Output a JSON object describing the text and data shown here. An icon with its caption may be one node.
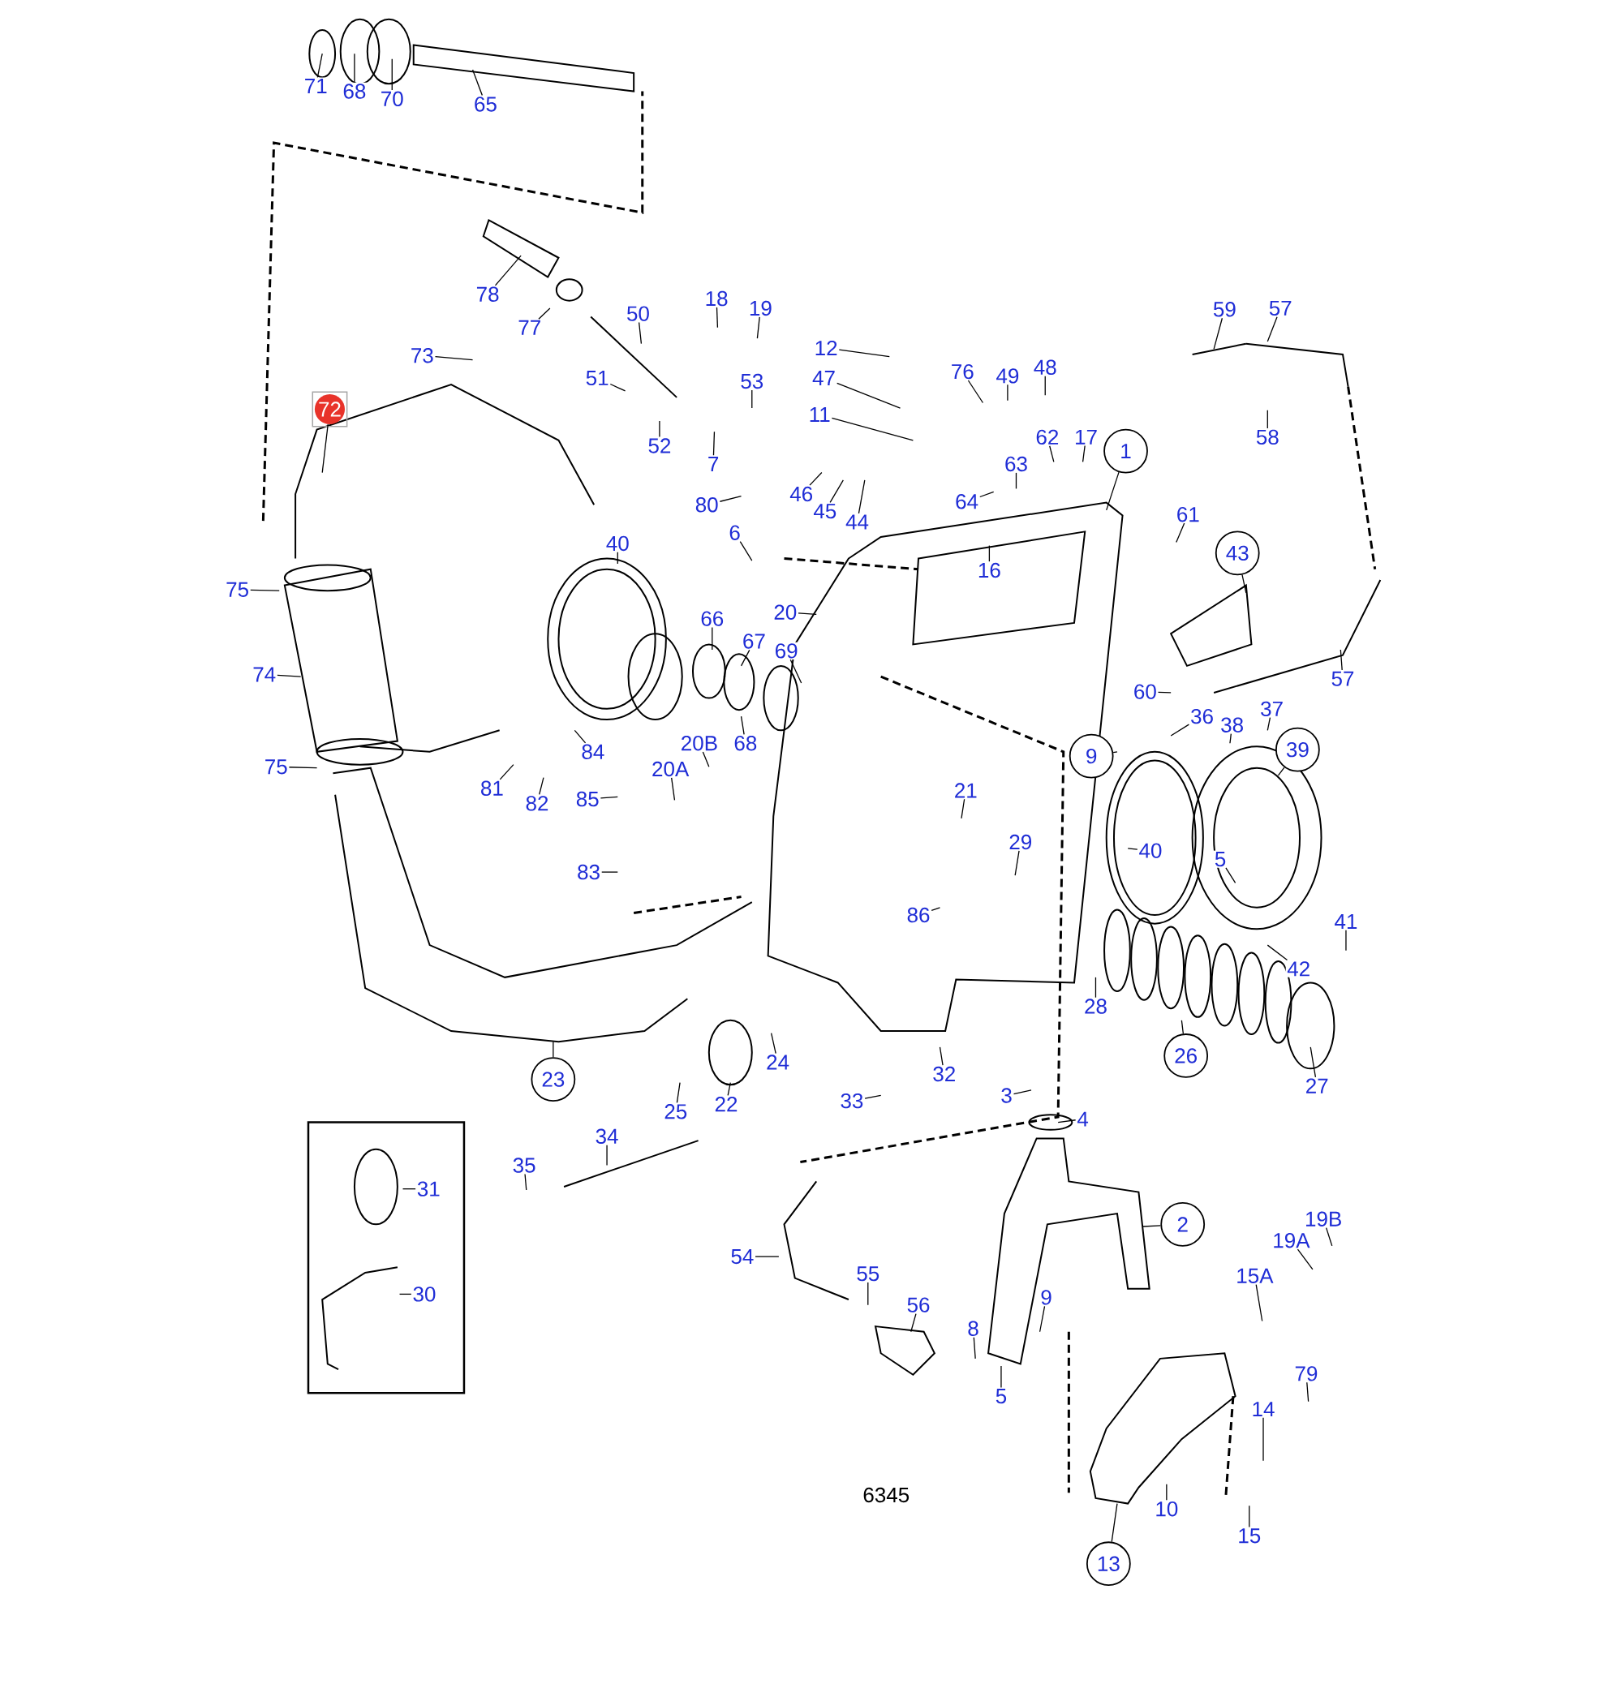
{
  "diagram": {
    "nodes": [
      {
        "text": [
          "71"
        ]
      },
      {
        "text": [
          "68"
        ]
      },
      {
        "text": [
          "70"
        ]
      },
      {
        "text": [
          "65"
        ]
      },
      {
        "text": [
          "78"
        ]
      },
      {
        "text": [
          "77"
        ]
      },
      {
        "text": [
          "50"
        ]
      },
      {
        "text": [
          "18"
        ]
      },
      {
        "text": [
          "19"
        ]
      },
      {
        "text": [
          "12"
        ]
      },
      {
        "text": [
          "47"
        ]
      },
      {
        "text": [
          "11"
        ]
      },
      {
        "text": [
          "76"
        ]
      },
      {
        "text": [
          "49"
        ]
      },
      {
        "text": [
          "48"
        ]
      },
      {
        "text": [
          "73"
        ]
      },
      {
        "text": [
          "72"
        ]
      },
      {
        "text": [
          "51"
        ]
      },
      {
        "text": [
          "52"
        ]
      },
      {
        "text": [
          "53"
        ]
      },
      {
        "text": [
          "7"
        ]
      },
      {
        "text": [
          "46"
        ]
      },
      {
        "text": [
          "45"
        ]
      },
      {
        "text": [
          "44"
        ]
      },
      {
        "text": [
          "62"
        ]
      },
      {
        "text": [
          "63"
        ]
      },
      {
        "text": [
          "64"
        ]
      },
      {
        "text": [
          "17"
        ]
      },
      {
        "text": [
          "1"
        ]
      },
      {
        "text": [
          "59"
        ]
      },
      {
        "text": [
          "57"
        ]
      },
      {
        "text": [
          "58"
        ]
      },
      {
        "text": [
          "80"
        ]
      },
      {
        "text": [
          "6"
        ]
      },
      {
        "text": [
          "16"
        ]
      },
      {
        "text": [
          "61"
        ]
      },
      {
        "text": [
          "43"
        ]
      },
      {
        "text": [
          "40"
        ]
      },
      {
        "text": [
          "20"
        ]
      },
      {
        "text": [
          "66"
        ]
      },
      {
        "text": [
          "67"
        ]
      },
      {
        "text": [
          "69"
        ]
      },
      {
        "text": [
          "75"
        ]
      },
      {
        "text": [
          "74"
        ]
      },
      {
        "text": [
          "57"
        ]
      },
      {
        "text": [
          "60"
        ]
      },
      {
        "text": [
          "36"
        ]
      },
      {
        "text": [
          "38"
        ]
      },
      {
        "text": [
          "37"
        ]
      },
      {
        "text": [
          "9"
        ]
      },
      {
        "text": [
          "39"
        ]
      },
      {
        "text": [
          "68"
        ]
      },
      {
        "text": [
          "20B"
        ]
      },
      {
        "text": [
          "84"
        ]
      },
      {
        "text": [
          "81"
        ]
      },
      {
        "text": [
          "82"
        ]
      },
      {
        "text": [
          "75"
        ]
      },
      {
        "text": [
          "20A"
        ]
      },
      {
        "text": [
          "85"
        ]
      },
      {
        "text": [
          "21"
        ]
      },
      {
        "text": [
          "29"
        ]
      },
      {
        "text": [
          "40"
        ]
      },
      {
        "text": [
          "5"
        ]
      },
      {
        "text": [
          "83"
        ]
      },
      {
        "text": [
          "86"
        ]
      },
      {
        "text": [
          "41"
        ]
      },
      {
        "text": [
          "42"
        ]
      },
      {
        "text": [
          "28"
        ]
      },
      {
        "text": [
          "26"
        ]
      },
      {
        "text": [
          "27"
        ]
      },
      {
        "text": [
          "24"
        ]
      },
      {
        "text": [
          "23"
        ]
      },
      {
        "text": [
          "32"
        ]
      },
      {
        "text": [
          "22"
        ]
      },
      {
        "text": [
          "25"
        ]
      },
      {
        "text": [
          "33"
        ]
      },
      {
        "text": [
          "3"
        ]
      },
      {
        "text": [
          "4"
        ]
      },
      {
        "text": [
          "34"
        ]
      },
      {
        "text": [
          "35"
        ]
      },
      {
        "text": [],
        "shape": "box"
      },
      {
        "text": [
          "31"
        ],
        "in": 80
      },
      {
        "text": [
          "30"
        ],
        "in": 80
      },
      {
        "text": [
          "2"
        ]
      },
      {
        "text": [
          "19B"
        ]
      },
      {
        "text": [
          "19A"
        ]
      },
      {
        "text": [
          "15A"
        ]
      },
      {
        "text": [
          "54"
        ]
      },
      {
        "text": [
          "55"
        ]
      },
      {
        "text": [
          "56"
        ]
      },
      {
        "text": [
          "9"
        ]
      },
      {
        "text": [
          "8"
        ]
      },
      {
        "text": [
          "5"
        ]
      },
      {
        "text": [
          "79"
        ]
      },
      {
        "text": [
          "14"
        ]
      },
      {
        "text": [
          "10"
        ]
      },
      {
        "text": [
          "15"
        ]
      },
      {
        "text": [
          "13"
        ]
      }
    ],
    "edges": [
      {
        "from": 0,
        "to": null,
        "arrow": "none"
      },
      {
        "from": 1,
        "to": null,
        "arrow": "none"
      },
      {
        "from": 2,
        "to": null,
        "arrow": "none"
      },
      {
        "from": 3,
        "to": null,
        "arrow": "none"
      },
      {
        "from": 4,
        "to": null,
        "arrow": "none"
      },
      {
        "from": 5,
        "to": null,
        "arrow": "none"
      },
      {
        "from": 6,
        "to": null,
        "arrow": "none"
      },
      {
        "from": 7,
        "to": null,
        "arrow": "none"
      },
      {
        "from": 8,
        "to": null,
        "arrow": "none"
      },
      {
        "from": 9,
        "to": null,
        "arrow": "none"
      },
      {
        "from": 10,
        "to": null,
        "arrow": "none"
      },
      {
        "from": 11,
        "to": null,
        "arrow": "none"
      },
      {
        "from": 12,
        "to": null,
        "arrow": "none"
      },
      {
        "from": 13,
        "to": null,
        "arrow": "none"
      },
      {
        "from": 14,
        "to": null,
        "arrow": "none"
      },
      {
        "from": 15,
        "to": null,
        "arrow": "none"
      },
      {
        "from": 16,
        "to": null,
        "arrow": "none"
      },
      {
        "from": 17,
        "to": null,
        "arrow": "none"
      },
      {
        "from": 18,
        "to": null,
        "arrow": "none"
      },
      {
        "from": 19,
        "to": null,
        "arrow": "none"
      },
      {
        "from": 20,
        "to": null,
        "arrow": "none"
      },
      {
        "from": 21,
        "to": null,
        "arrow": "none"
      },
      {
        "from": 22,
        "to": null,
        "arrow": "none"
      },
      {
        "from": 23,
        "to": null,
        "arrow": "none"
      },
      {
        "from": 24,
        "to": null,
        "arrow": "none"
      },
      {
        "from": 25,
        "to": null,
        "arrow": "none"
      },
      {
        "from": 26,
        "to": null,
        "arrow": "none"
      },
      {
        "from": 27,
        "to": null,
        "arrow": "none"
      },
      {
        "from": 28,
        "to": null,
        "arrow": "none"
      },
      {
        "from": 29,
        "to": null,
        "arrow": "none"
      },
      {
        "from": 30,
        "to": null,
        "arrow": "none"
      },
      {
        "from": 31,
        "to": null,
        "arrow": "none"
      },
      {
        "from": 32,
        "to": null,
        "arrow": "none"
      },
      {
        "from": 33,
        "to": null,
        "arrow": "none"
      },
      {
        "from": 34,
        "to": null,
        "arrow": "none"
      },
      {
        "from": 35,
        "to": null,
        "arrow": "none"
      },
      {
        "from": 36,
        "to": null,
        "arrow": "none"
      },
      {
        "from": 37,
        "to": null,
        "arrow": "none"
      },
      {
        "from": 38,
        "to": null,
        "arrow": "none"
      },
      {
        "from": 39,
        "to": null,
        "arrow": "none"
      },
      {
        "from": 40,
        "to": null,
        "arrow": "none"
      },
      {
        "from": 41,
        "to": null,
        "arrow": "none"
      },
      {
        "from": 42,
        "to": null,
        "arrow": "none"
      },
      {
        "from": 43,
        "to": null,
        "arrow": "none"
      },
      {
        "from": 44,
        "to": null,
        "arrow": "none"
      },
      {
        "from": 45,
        "to": null,
        "arrow": "none"
      },
      {
        "from": 46,
        "to": null,
        "arrow": "none"
      },
      {
        "from": 47,
        "to": null,
        "arrow": "none"
      },
      {
        "from": 48,
        "to": null,
        "arrow": "none"
      },
      {
        "from": 49,
        "to": null,
        "arrow": "none"
      },
      {
        "from": 50,
        "to": null,
        "arrow": "none"
      },
      {
        "from": 51,
        "to": null,
        "arrow": "none"
      },
      {
        "from": 52,
        "to": null,
        "arrow": "none"
      },
      {
        "from": 53,
        "to": null,
        "arrow": "none"
      },
      {
        "from": 54,
        "to": null,
        "arrow": "none"
      },
      {
        "from": 55,
        "to": null,
        "arrow": "none"
      },
      {
        "from": 56,
        "to": null,
        "arrow": "none"
      },
      {
        "from": 57,
        "to": null,
        "arrow": "none"
      },
      {
        "from": 58,
        "to": null,
        "arrow": "none"
      },
      {
        "from": 59,
        "to": null,
        "arrow": "none"
      },
      {
        "from": 60,
        "to": null,
        "arrow": "none"
      },
      {
        "from": 61,
        "to": null,
        "arrow": "none"
      },
      {
        "from": 62,
        "to": null,
        "arrow": "none"
      },
      {
        "from": 63,
        "to": null,
        "arrow": "none"
      },
      {
        "from": 64,
        "to": null,
        "arrow": "none"
      },
      {
        "from": 65,
        "to": null,
        "arrow": "none"
      },
      {
        "from": 66,
        "to": null,
        "arrow": "none"
      },
      {
        "from": 67,
        "to": null,
        "arrow": "none"
      },
      {
        "from": 68,
        "to": null,
        "arrow": "none"
      },
      {
        "from": 69,
        "to": null,
        "arrow": "none"
      },
      {
        "from": 70,
        "to": null,
        "arrow": "none"
      },
      {
        "from": 71,
        "to": null,
        "arrow": "none"
      },
      {
        "from": 72,
        "to": null,
        "arrow": "none"
      },
      {
        "from": 73,
        "to": null,
        "arrow": "none"
      },
      {
        "from": 74,
        "to": null,
        "arrow": "none"
      },
      {
        "from": 75,
        "to": null,
        "arrow": "none"
      },
      {
        "from": 76,
        "to": null,
        "arrow": "none"
      },
      {
        "from": 77,
        "to": null,
        "arrow": "none"
      },
      {
        "from": 78,
        "to": null,
        "arrow": "none"
      },
      {
        "from": 79,
        "to": null,
        "arrow": "none"
      },
      {
        "from": 81,
        "to": null,
        "arrow": "none"
      },
      {
        "from": 82,
        "to": null,
        "arrow": "none"
      },
      {
        "from": 83,
        "to": null,
        "arrow": "none"
      },
      {
        "from": 84,
        "to": null,
        "arrow": "none"
      },
      {
        "from": 85,
        "to": null,
        "arrow": "none"
      },
      {
        "from": 86,
        "to": null,
        "arrow": "none"
      },
      {
        "from": 87,
        "to": null,
        "arrow": "none"
      },
      {
        "from": 88,
        "to": null,
        "arrow": "none"
      },
      {
        "from": 89,
        "to": null,
        "arrow": "none"
      },
      {
        "from": 90,
        "to": null,
        "arrow": "none"
      },
      {
        "from": 91,
        "to": null,
        "arrow": "none"
      },
      {
        "from": 92,
        "to": null,
        "arrow": "none"
      },
      {
        "from": 93,
        "to": null,
        "arrow": "none"
      },
      {
        "from": 94,
        "to": null,
        "arrow": "none"
      },
      {
        "from": 95,
        "to": null,
        "arrow": "none"
      },
      {
        "from": 96,
        "to": null,
        "arrow": "none"
      },
      {
        "from": 97,
        "to": null,
        "arrow": "none"
      }
    ],
    "labels": [
      "6345"
    ]
  }
}
